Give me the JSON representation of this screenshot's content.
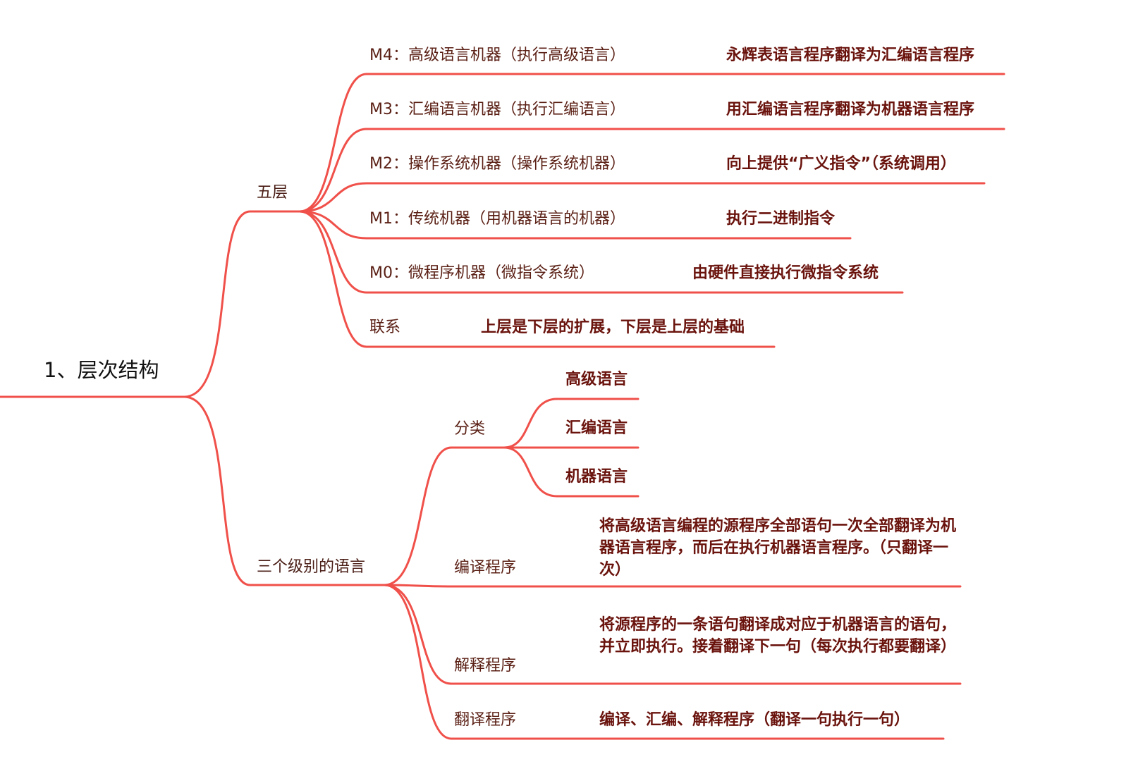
{
  "root": "1、层次结构",
  "five_layers": {
    "label": "五层",
    "items": [
      {
        "title": "M4：高级语言机器（执行高级语言）",
        "desc": "永辉表语言程序翻译为汇编语言程序"
      },
      {
        "title": "M3：汇编语言机器（执行汇编语言）",
        "desc": "用汇编语言程序翻译为机器语言程序"
      },
      {
        "title": "M2：操作系统机器（操作系统机器）",
        "desc": "向上提供“广义指令”（系统调用）"
      },
      {
        "title": "M1：传统机器（用机器语言的机器）",
        "desc": "执行二进制指令"
      },
      {
        "title": "M0：微程序机器（微指令系统）",
        "desc": "由硬件直接执行微指令系统"
      },
      {
        "title": "联系",
        "desc": "上层是下层的扩展，下层是上层的基础"
      }
    ]
  },
  "languages": {
    "label": "三个级别的语言",
    "classify": {
      "label": "分类",
      "items": [
        "高级语言",
        "汇编语言",
        "机器语言"
      ]
    },
    "programs": [
      {
        "title": "编译程序",
        "desc": "将高级语言编程的源程序全部语句一次全部翻译为机器语言程序，而后在执行机器语言程序。（只翻译一次）"
      },
      {
        "title": "解释程序",
        "desc": "将源程序的一条语句翻译成对应于机器语言的语句，并立即执行。接着翻译下一句（每次执行都要翻译）"
      },
      {
        "title": "翻译程序",
        "desc": "编译、汇编、解释程序（翻译一句执行一句）"
      }
    ]
  },
  "colors": {
    "branch": "#f0504a",
    "desc_text": "#6a130d"
  }
}
